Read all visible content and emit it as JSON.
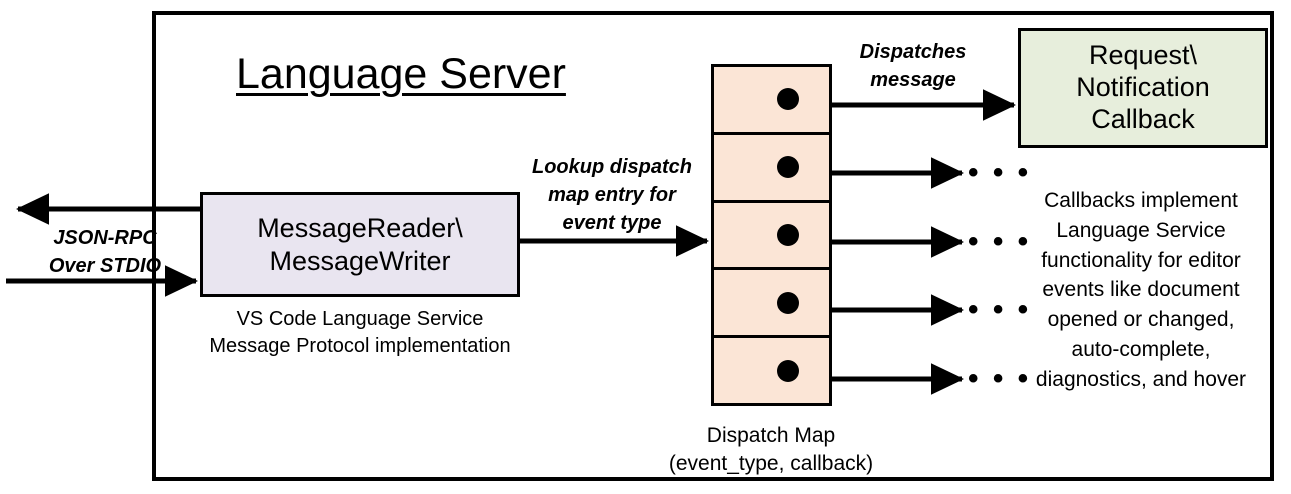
{
  "diagram": {
    "title": "Language Server",
    "frame_border_color": "#000000",
    "background": "#ffffff"
  },
  "external_io": {
    "label_line1": "JSON-RPC",
    "label_line2": "Over STDIO",
    "outbound_arrow": "arrow-left-out",
    "inbound_arrow": "arrow-right-in"
  },
  "reader_box": {
    "line1": "MessageReader\\",
    "line2": "MessageWriter",
    "fill": "#e9e5f0",
    "caption_line1": "VS Code Language Service",
    "caption_line2": "Message Protocol implementation"
  },
  "lookup_arrow": {
    "label_line1": "Lookup dispatch",
    "label_line2": "map entry for",
    "label_line3": "event type"
  },
  "dispatch_map": {
    "fill": "#fbe5d6",
    "caption_line1": "Dispatch Map",
    "caption_line2": "(event_type, callback)",
    "rows": [
      {
        "index": 1,
        "dot": "callback-dot"
      },
      {
        "index": 2,
        "dot": "callback-dot"
      },
      {
        "index": 3,
        "dot": "callback-dot"
      },
      {
        "index": 4,
        "dot": "callback-dot"
      },
      {
        "index": 5,
        "dot": "callback-dot"
      }
    ]
  },
  "dispatch_arrow": {
    "label_line1": "Dispatches",
    "label_line2": "message"
  },
  "callback_box": {
    "line1": "Request\\",
    "line2": "Notification",
    "line3": "Callback",
    "fill": "#e7eedc",
    "caption_line1": "Callbacks implement",
    "caption_line2": "Language Service",
    "caption_line3": "functionality for editor",
    "caption_line4": "events like document",
    "caption_line5": "opened or changed,",
    "caption_line6": "auto-complete,",
    "caption_line7": "diagnostics, and hover"
  },
  "ellipses": {
    "mark": "• • •",
    "count": 4
  }
}
